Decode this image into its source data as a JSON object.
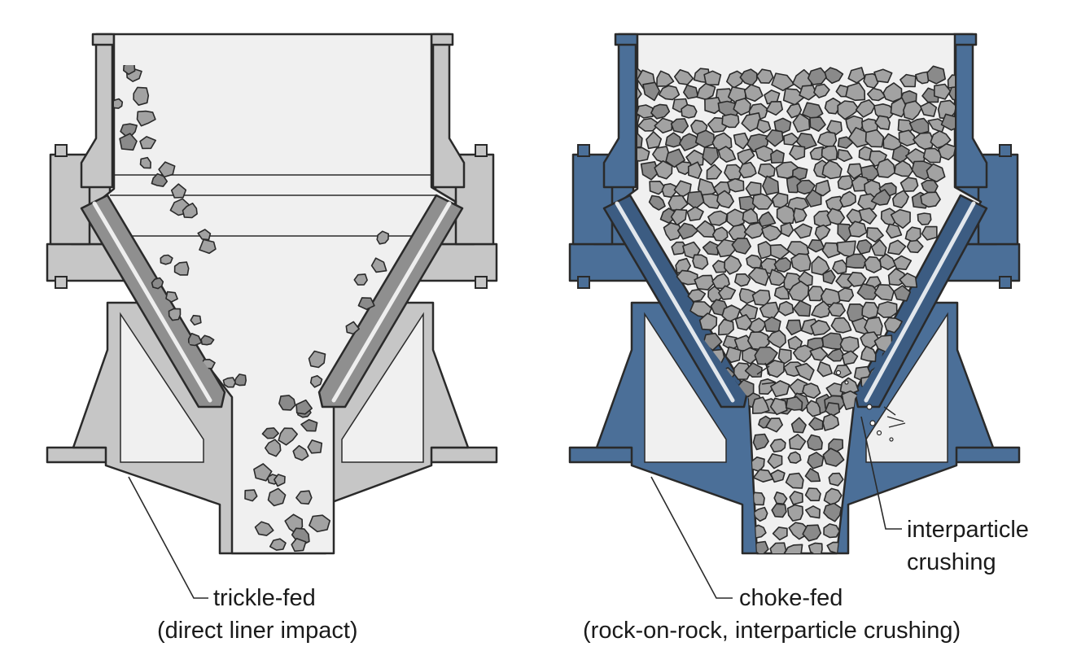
{
  "figure": {
    "left_panel": {
      "caption_line1": "trickle-fed",
      "caption_line2": "(direct liner impact)",
      "body_color": "#c6c6c6",
      "liner_color": "#8f8f8f"
    },
    "right_panel": {
      "caption_line1": "choke-fed",
      "caption_line2": "(rock-on-rock, interparticle crushing)",
      "callout_line1": "interparticle",
      "callout_line2": "crushing",
      "body_color": "#4b6f98",
      "liner_color": "#3c5c82"
    },
    "colors": {
      "outline": "#2a2a2a",
      "chamber_fill": "#f0f0f0",
      "rock_fill": "#a2a2a2",
      "rock_fill_dark": "#8a8a8a",
      "text": "#1a1a1a"
    }
  }
}
